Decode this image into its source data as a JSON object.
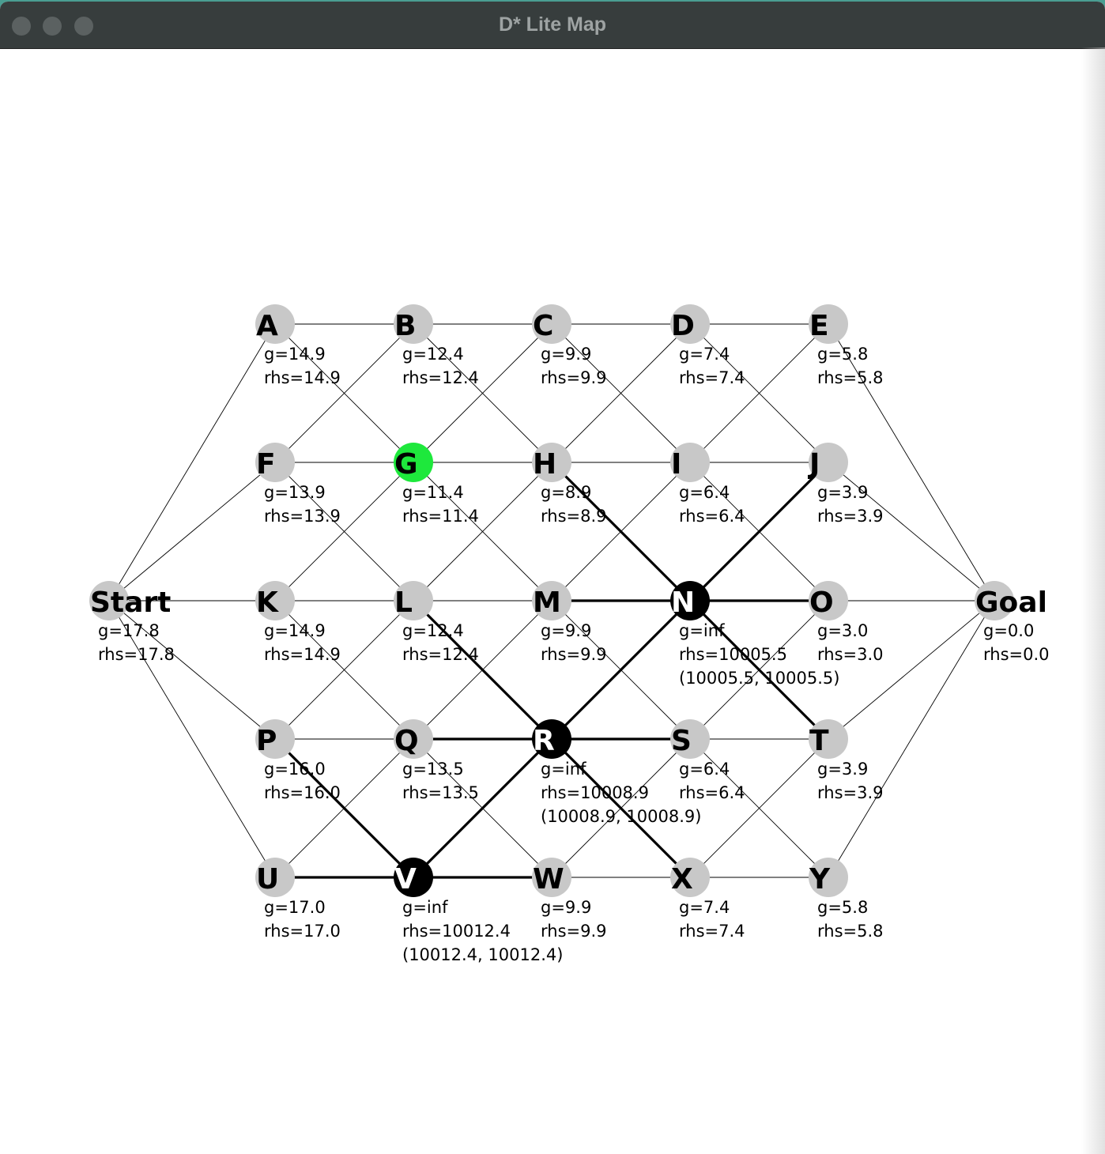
{
  "window": {
    "title": "D* Lite Map"
  },
  "graph": {
    "highlight_color": "#1ee83c",
    "blocked_color": "#000000",
    "normal_color": "#c8c8c8",
    "nodes": [
      {
        "id": "A",
        "g": "g=14.9",
        "rhs": "rhs=14.9",
        "state": "normal"
      },
      {
        "id": "B",
        "g": "g=12.4",
        "rhs": "rhs=12.4",
        "state": "normal"
      },
      {
        "id": "C",
        "g": "g=9.9",
        "rhs": "rhs=9.9",
        "state": "normal"
      },
      {
        "id": "D",
        "g": "g=7.4",
        "rhs": "rhs=7.4",
        "state": "normal"
      },
      {
        "id": "E",
        "g": "g=5.8",
        "rhs": "rhs=5.8",
        "state": "normal"
      },
      {
        "id": "F",
        "g": "g=13.9",
        "rhs": "rhs=13.9",
        "state": "normal"
      },
      {
        "id": "G",
        "g": "g=11.4",
        "rhs": "rhs=11.4",
        "state": "current"
      },
      {
        "id": "H",
        "g": "g=8.9",
        "rhs": "rhs=8.9",
        "state": "normal"
      },
      {
        "id": "I",
        "g": "g=6.4",
        "rhs": "rhs=6.4",
        "state": "normal"
      },
      {
        "id": "J",
        "g": "g=3.9",
        "rhs": "rhs=3.9",
        "state": "normal"
      },
      {
        "id": "Start",
        "g": "g=17.8",
        "rhs": "rhs=17.8",
        "state": "normal"
      },
      {
        "id": "K",
        "g": "g=14.9",
        "rhs": "rhs=14.9",
        "state": "normal"
      },
      {
        "id": "L",
        "g": "g=12.4",
        "rhs": "rhs=12.4",
        "state": "normal"
      },
      {
        "id": "M",
        "g": "g=9.9",
        "rhs": "rhs=9.9",
        "state": "normal"
      },
      {
        "id": "N",
        "g": "g=inf",
        "rhs": "rhs=10005.5",
        "key": "(10005.5, 10005.5)",
        "state": "blocked"
      },
      {
        "id": "O",
        "g": "g=3.0",
        "rhs": "rhs=3.0",
        "state": "normal"
      },
      {
        "id": "Goal",
        "g": "g=0.0",
        "rhs": "rhs=0.0",
        "state": "normal"
      },
      {
        "id": "P",
        "g": "g=16.0",
        "rhs": "rhs=16.0",
        "state": "normal"
      },
      {
        "id": "Q",
        "g": "g=13.5",
        "rhs": "rhs=13.5",
        "state": "normal"
      },
      {
        "id": "R",
        "g": "g=inf",
        "rhs": "rhs=10008.9",
        "key": "(10008.9, 10008.9)",
        "state": "blocked"
      },
      {
        "id": "S",
        "g": "g=6.4",
        "rhs": "rhs=6.4",
        "state": "normal"
      },
      {
        "id": "T",
        "g": "g=3.9",
        "rhs": "rhs=3.9",
        "state": "normal"
      },
      {
        "id": "U",
        "g": "g=17.0",
        "rhs": "rhs=17.0",
        "state": "normal"
      },
      {
        "id": "V",
        "g": "g=inf",
        "rhs": "rhs=10012.4",
        "key": "(10012.4, 10012.4)",
        "state": "blocked"
      },
      {
        "id": "W",
        "g": "g=9.9",
        "rhs": "rhs=9.9",
        "state": "normal"
      },
      {
        "id": "X",
        "g": "g=7.4",
        "rhs": "rhs=7.4",
        "state": "normal"
      },
      {
        "id": "Y",
        "g": "g=5.8",
        "rhs": "rhs=5.8",
        "state": "normal"
      }
    ],
    "edges": [
      [
        "A",
        "B"
      ],
      [
        "B",
        "C"
      ],
      [
        "C",
        "D"
      ],
      [
        "D",
        "E"
      ],
      [
        "F",
        "G"
      ],
      [
        "G",
        "H"
      ],
      [
        "H",
        "I"
      ],
      [
        "I",
        "J"
      ],
      [
        "Start",
        "K"
      ],
      [
        "K",
        "L"
      ],
      [
        "L",
        "M"
      ],
      [
        "M",
        "N"
      ],
      [
        "N",
        "O"
      ],
      [
        "O",
        "Goal"
      ],
      [
        "P",
        "Q"
      ],
      [
        "Q",
        "R"
      ],
      [
        "R",
        "S"
      ],
      [
        "S",
        "T"
      ],
      [
        "U",
        "V"
      ],
      [
        "V",
        "W"
      ],
      [
        "W",
        "X"
      ],
      [
        "X",
        "Y"
      ],
      [
        "Start",
        "A"
      ],
      [
        "Start",
        "F"
      ],
      [
        "Start",
        "P"
      ],
      [
        "Start",
        "U"
      ],
      [
        "Goal",
        "E"
      ],
      [
        "Goal",
        "J"
      ],
      [
        "Goal",
        "T"
      ],
      [
        "Goal",
        "Y"
      ],
      [
        "A",
        "G"
      ],
      [
        "B",
        "F"
      ],
      [
        "B",
        "H"
      ],
      [
        "C",
        "G"
      ],
      [
        "C",
        "I"
      ],
      [
        "D",
        "H"
      ],
      [
        "D",
        "J"
      ],
      [
        "E",
        "I"
      ],
      [
        "F",
        "L"
      ],
      [
        "G",
        "K"
      ],
      [
        "G",
        "M"
      ],
      [
        "H",
        "L"
      ],
      [
        "H",
        "N"
      ],
      [
        "I",
        "M"
      ],
      [
        "I",
        "O"
      ],
      [
        "J",
        "N"
      ],
      [
        "K",
        "Q"
      ],
      [
        "L",
        "P"
      ],
      [
        "L",
        "R"
      ],
      [
        "M",
        "Q"
      ],
      [
        "M",
        "S"
      ],
      [
        "N",
        "R"
      ],
      [
        "N",
        "T"
      ],
      [
        "O",
        "S"
      ],
      [
        "P",
        "V"
      ],
      [
        "Q",
        "U"
      ],
      [
        "Q",
        "W"
      ],
      [
        "R",
        "V"
      ],
      [
        "R",
        "X"
      ],
      [
        "S",
        "W"
      ],
      [
        "S",
        "Y"
      ],
      [
        "T",
        "X"
      ]
    ]
  }
}
